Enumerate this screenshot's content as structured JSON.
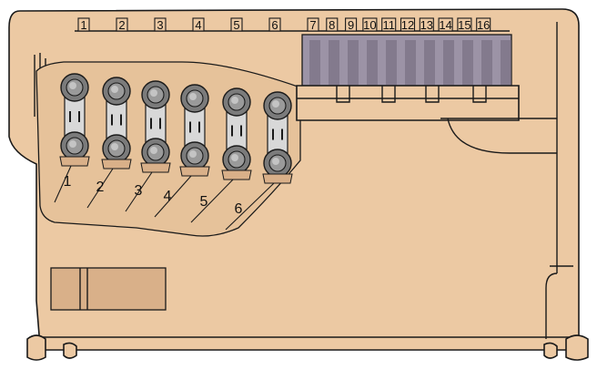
{
  "diagram": {
    "top_slot_labels": [
      "1",
      "2",
      "3",
      "4",
      "5",
      "6",
      "7",
      "8",
      "9",
      "10",
      "11",
      "12",
      "13",
      "14",
      "15",
      "16"
    ],
    "fuse_labels": [
      "1",
      "2",
      "3",
      "4",
      "5",
      "6"
    ],
    "colors": {
      "housing": "#ecc9a3",
      "shadow": "#d9b089",
      "relay_block": "#9c93a6",
      "relay_dark": "#6f6678",
      "fuse_socket": "#7b7b7b",
      "fuse_link": "#d8d8d8",
      "outline": "#1a1a1a"
    }
  }
}
